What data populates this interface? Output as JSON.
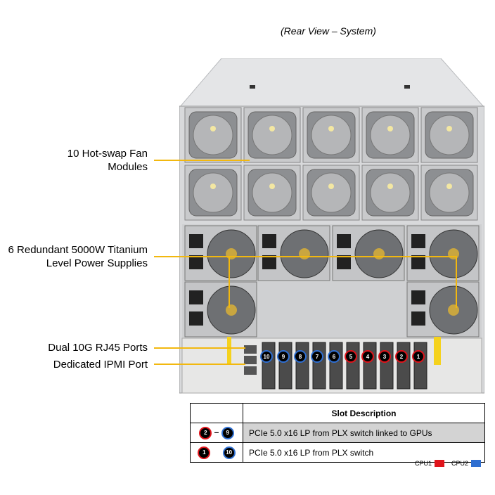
{
  "caption": "(Rear View – System)",
  "callouts": {
    "fans_line1": "10 Hot-swap Fan",
    "fans_line2": "Modules",
    "psu_line1": "6 Redundant 5000W Titanium",
    "psu_line2": "Level Power Supplies",
    "rj45": "Dual 10G RJ45 Ports",
    "ipmi": "Dedicated IPMI Port"
  },
  "slot_badges": {
    "cpu2": [
      "10",
      "9",
      "8",
      "7",
      "6"
    ],
    "cpu1": [
      "5",
      "4",
      "3",
      "2",
      "1"
    ]
  },
  "table": {
    "header": "Slot Description",
    "rows": [
      {
        "from": "2",
        "dash": "–",
        "to": "9",
        "desc": "PCIe 5.0 x16 LP from PLX switch linked to GPUs"
      },
      {
        "from": "1",
        "dash": "",
        "to": "10",
        "desc": "PCIe 5.0 x16 LP from PLX switch"
      }
    ]
  },
  "legend": {
    "cpu1": "CPU1",
    "cpu2": "CPU2"
  },
  "colors": {
    "cpu1": "#e0141b",
    "cpu2": "#2f6fd1",
    "callout_line": "#f2b80f"
  }
}
